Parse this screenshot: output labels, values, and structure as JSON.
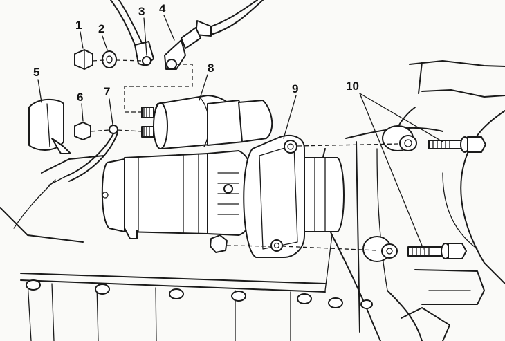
{
  "callouts": {
    "c1": "1",
    "c2": "2",
    "c3": "3",
    "c4": "4",
    "c5": "5",
    "c6": "6",
    "c7": "7",
    "c8": "8",
    "c9": "9",
    "c10": "10"
  },
  "colors": {
    "ink": "#1a1a1a",
    "paper": "#fafaf8",
    "shade": "#e6e6e2"
  }
}
